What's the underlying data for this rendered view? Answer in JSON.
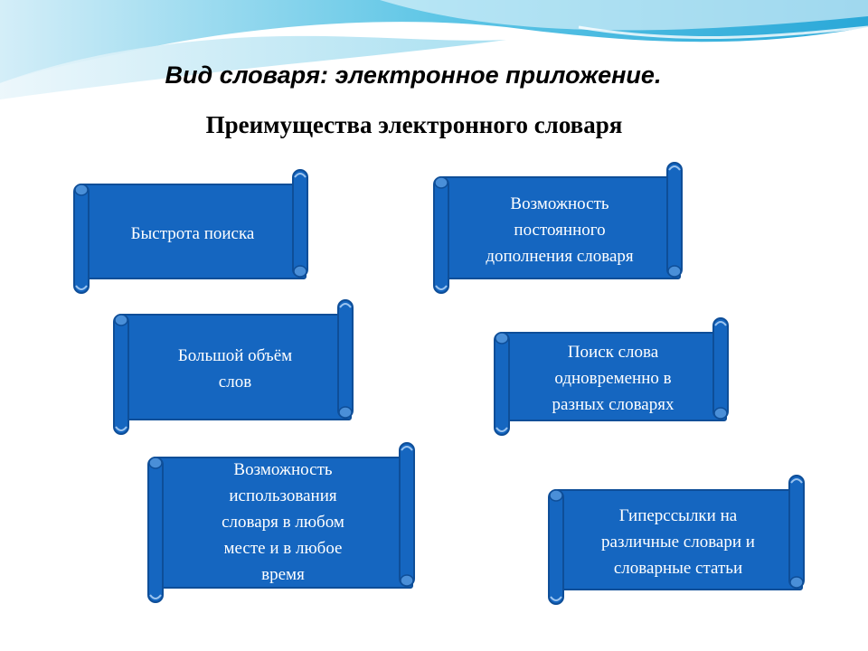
{
  "slide": {
    "title": "Вид словаря:  электронное приложение.",
    "subtitle": "Преимущества электронного словаря",
    "scroll_color": "#1566c0",
    "scroll_edge_color": "#0e4e98"
  },
  "advantages": [
    {
      "text": "Быстрота поиска"
    },
    {
      "text": "Возможность\nпостоянного\nдополнения словаря"
    },
    {
      "text": "Большой объём\nслов"
    },
    {
      "text": "Поиск слова\nодновременно в\nразных словарях"
    },
    {
      "text": "Возможность\nиспользования\nсловаря в любом\nместе и в любое\nвремя"
    },
    {
      "text": "Гиперссылки  на\nразличные словари и\nсловарные статьи"
    }
  ]
}
